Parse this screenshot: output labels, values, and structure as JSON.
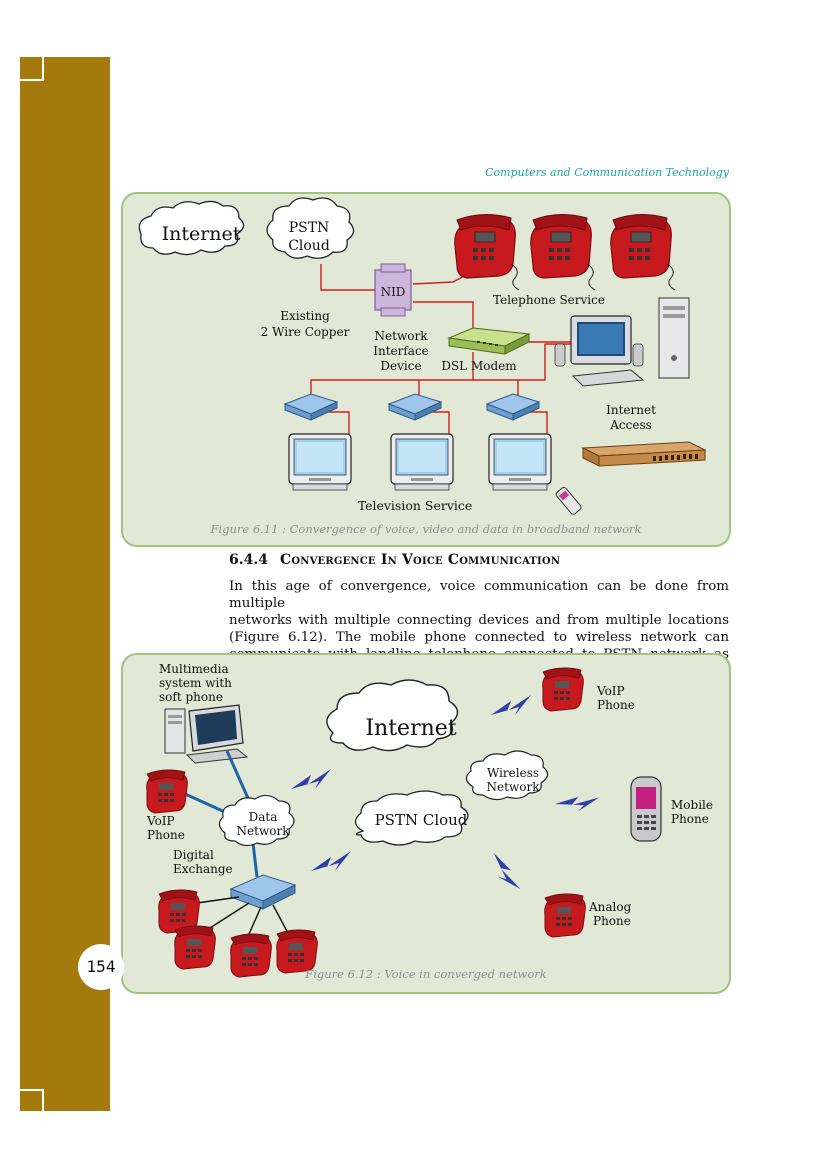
{
  "running_head": "Computers and Communication Technology",
  "page_number": "154",
  "figure1": {
    "caption": "Figure 6.11 : Convergence of voice, video and data in broadband network",
    "labels": {
      "internet": "Internet",
      "pstn_line1": "PSTN",
      "pstn_line2": "Cloud",
      "nid": "NID",
      "telephone_service": "Telephone Service",
      "existing_line1": "Existing",
      "existing_line2": "2 Wire Copper",
      "nid_full_line1": "Network",
      "nid_full_line2": "Interface",
      "nid_full_line3": "Device",
      "dsl_modem": "DSL Modem",
      "internet_access_line1": "Internet",
      "internet_access_line2": "Access",
      "television_service": "Television Service"
    }
  },
  "section": {
    "number": "6.4.4",
    "title": "Convergence In Voice Communication"
  },
  "paragraph_lines": [
    "In this age of convergence, voice communication can be done from multiple",
    "networks with multiple connecting devices and from multiple locations",
    "(Figure 6.12). The mobile phone connected to wireless network can",
    "communicate with landline telephone connected to PSTN network as"
  ],
  "figure2": {
    "caption": "Figure 6.12 : Voice in converged network",
    "labels": {
      "multimedia_line1": "Multimedia",
      "multimedia_line2": "system with",
      "multimedia_line3": "soft phone",
      "internet": "Internet",
      "voip_top_line1": "VoIP",
      "voip_top_line2": "Phone",
      "wireless_line1": "Wireless",
      "wireless_line2": "Network",
      "mobile_line1": "Mobile",
      "mobile_line2": "Phone",
      "voip_left_line1": "VoIP",
      "voip_left_line2": "Phone",
      "data_line1": "Data",
      "data_line2": "Network",
      "pstn_cloud": "PSTN Cloud",
      "digital_line1": "Digital",
      "digital_line2": "Exchange",
      "analog_line1": "Analog",
      "analog_line2": "Phone"
    }
  },
  "colors": {
    "sidebar": "#a47a0c",
    "panel_bg": "#e1e8d5",
    "panel_border": "#9ec47e",
    "running_head": "#1aa3a8",
    "phone_red": "#c8191e",
    "link_red": "#d21f1f",
    "link_blue": "#1f63a8",
    "bolt_blue": "#2f3fa6"
  }
}
